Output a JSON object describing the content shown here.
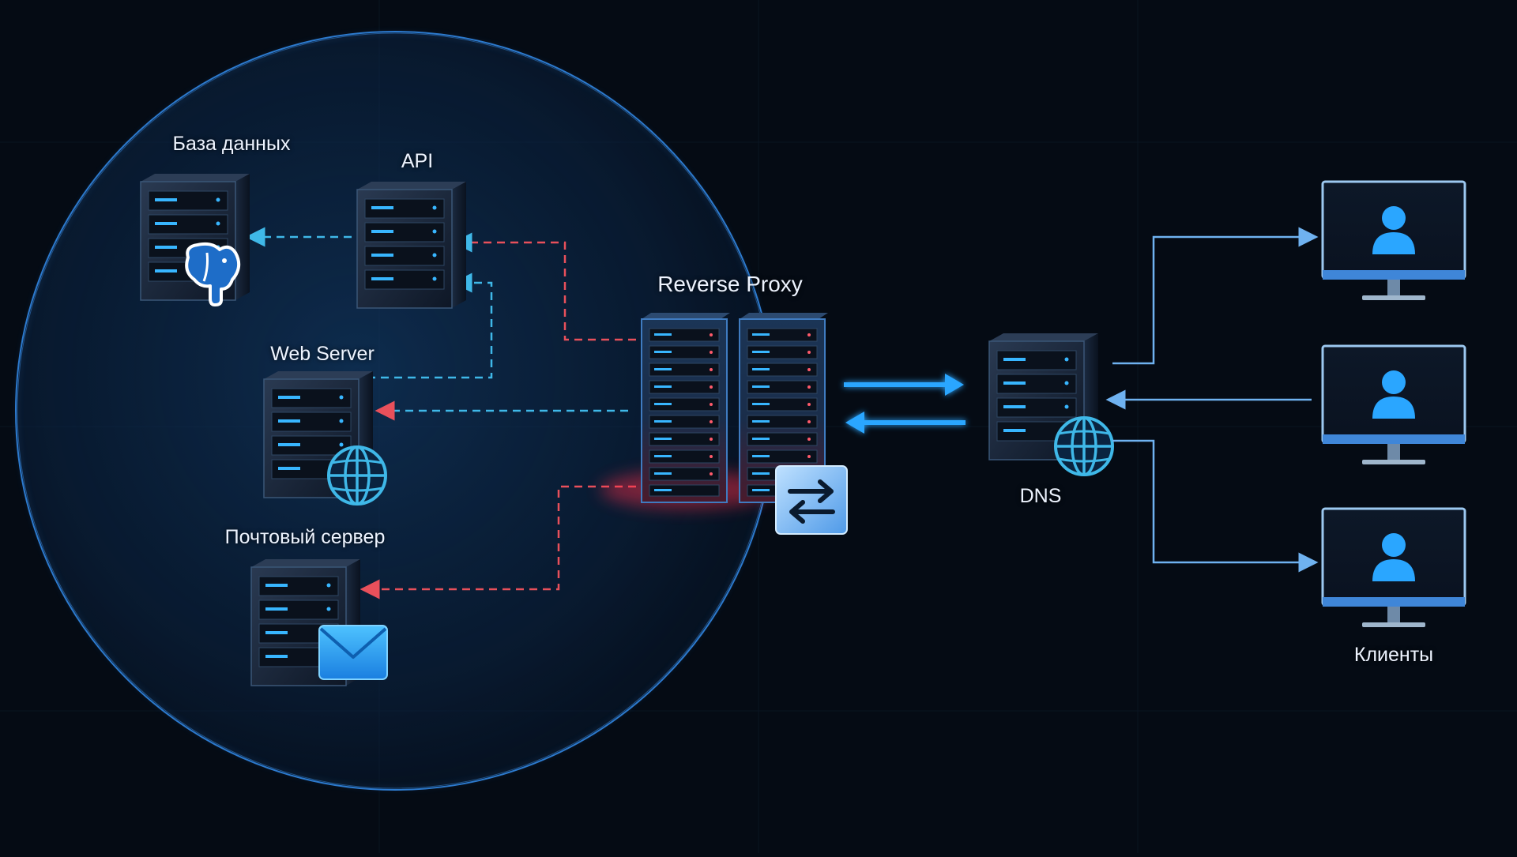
{
  "diagram": {
    "labels": {
      "database": "База данных",
      "api": "API",
      "web_server": "Web Server",
      "mail_server": "Почтовый сервер",
      "reverse_proxy": "Reverse Proxy",
      "dns": "DNS",
      "clients": "Клиенты"
    },
    "colors": {
      "background": "#050b14",
      "zone_fill": "#0c2748",
      "zone_edge": "#2f7fd6",
      "link_blue": "#3fb8e8",
      "link_red": "#e8505b",
      "arrow_blue": "#2aa6ff",
      "server_body": "#1a2538",
      "led": "#38b6ff"
    },
    "icons": [
      "postgres-elephant-icon",
      "globe-icon",
      "mail-envelope-icon",
      "swap-arrows-icon",
      "user-icon",
      "monitor-icon"
    ]
  }
}
